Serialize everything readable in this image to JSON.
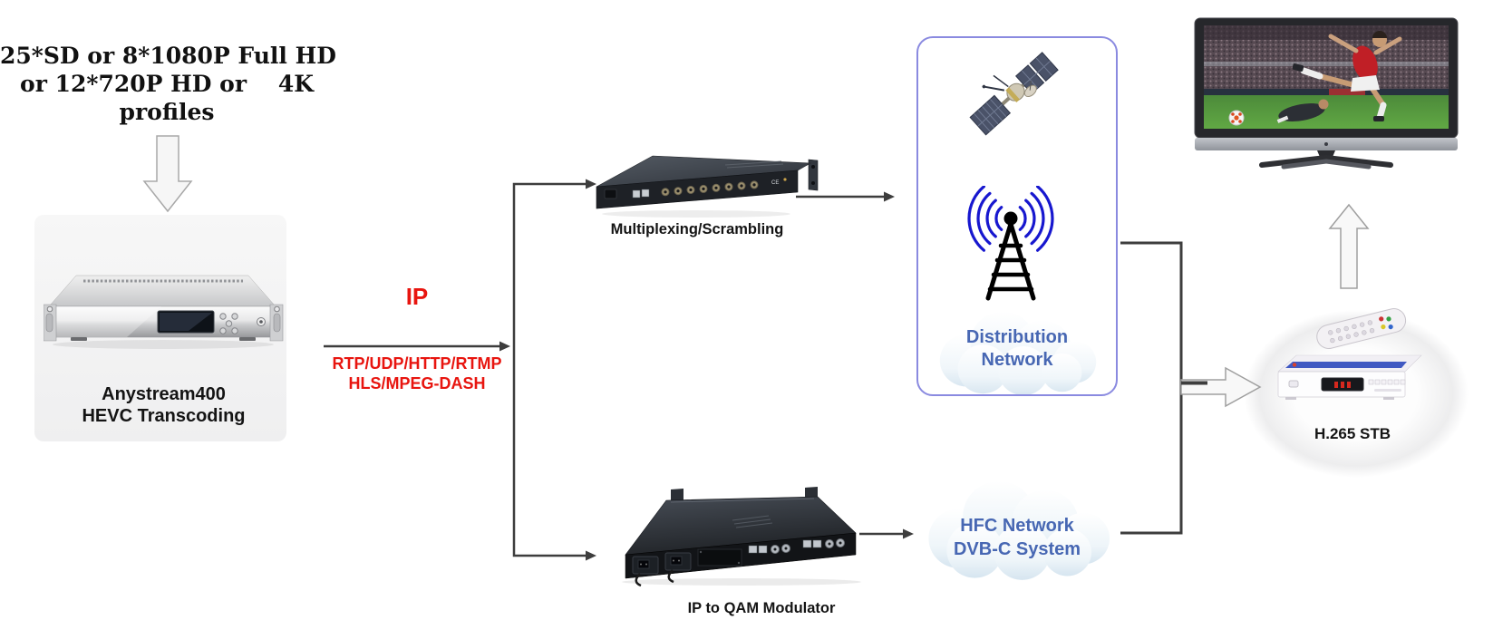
{
  "headline": {
    "line1": "25*SD or 8*1080P Full HD",
    "line2": "or 12*720P HD or    4K",
    "line3": "profiles"
  },
  "encoder": {
    "line1": "Anystream400",
    "line2": "HEVC Transcoding"
  },
  "ip": {
    "label": "IP",
    "proto1": "RTP/UDP/HTTP/RTMP",
    "proto2": "HLS/MPEG-DASH"
  },
  "mux": {
    "label": "Multiplexing/Scrambling"
  },
  "qam": {
    "label": "IP to QAM Modulator"
  },
  "dist": {
    "line1": "Distribution",
    "line2": "Network"
  },
  "hfc": {
    "line1": "HFC Network",
    "line2": "DVB-C System"
  },
  "stb": {
    "label": "H.265 STB"
  },
  "colors": {
    "accent_red": "#e8150f",
    "label_blue": "#4767b3",
    "line": "#3d3d3d",
    "box_border": "#8a8ae0"
  },
  "icons": [
    "down-arrow-icon",
    "satellite-icon",
    "broadcast-antenna-icon",
    "cloud-icon",
    "tv-icon",
    "right-arrow-icon",
    "up-arrow-icon"
  ]
}
